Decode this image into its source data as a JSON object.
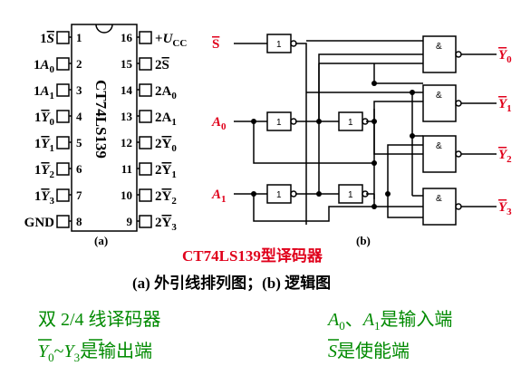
{
  "pinout": {
    "chip_name": "CT74LS139",
    "left_pins": [
      {
        "num": "1",
        "prefix": "1",
        "sig": "S",
        "bar": true,
        "italic": true,
        "sub": ""
      },
      {
        "num": "2",
        "prefix": "1",
        "sig": "A",
        "bar": false,
        "italic": true,
        "sub": "0"
      },
      {
        "num": "3",
        "prefix": "1",
        "sig": "A",
        "bar": false,
        "italic": true,
        "sub": "1"
      },
      {
        "num": "4",
        "prefix": "1",
        "sig": "Y",
        "bar": true,
        "italic": true,
        "sub": "0"
      },
      {
        "num": "5",
        "prefix": "1",
        "sig": "Y",
        "bar": true,
        "italic": true,
        "sub": "1"
      },
      {
        "num": "6",
        "prefix": "1",
        "sig": "Y",
        "bar": true,
        "italic": true,
        "sub": "2"
      },
      {
        "num": "7",
        "prefix": "1",
        "sig": "Y",
        "bar": true,
        "italic": true,
        "sub": "3"
      },
      {
        "num": "8",
        "prefix": "",
        "sig": "GND",
        "bar": false,
        "italic": false,
        "sub": ""
      }
    ],
    "right_pins": [
      {
        "num": "16",
        "prefix": "+",
        "sig": "U",
        "bar": false,
        "italic": true,
        "sub": "CC"
      },
      {
        "num": "15",
        "prefix": "2",
        "sig": "S",
        "bar": true,
        "italic": false,
        "sub": ""
      },
      {
        "num": "14",
        "prefix": "2",
        "sig": "A",
        "bar": false,
        "italic": false,
        "sub": "0"
      },
      {
        "num": "13",
        "prefix": "2",
        "sig": "A",
        "bar": false,
        "italic": false,
        "sub": "1"
      },
      {
        "num": "12",
        "prefix": "2",
        "sig": "Y",
        "bar": true,
        "italic": false,
        "sub": "0"
      },
      {
        "num": "11",
        "prefix": "2",
        "sig": "Y",
        "bar": true,
        "italic": false,
        "sub": "1"
      },
      {
        "num": "10",
        "prefix": "2",
        "sig": "Y",
        "bar": true,
        "italic": false,
        "sub": "2"
      },
      {
        "num": "9",
        "prefix": "2",
        "sig": "Y",
        "bar": true,
        "italic": false,
        "sub": "3"
      }
    ],
    "label": "(a)"
  },
  "logic": {
    "inputs": [
      {
        "sig": "S",
        "bar": true,
        "italic": false,
        "sub": ""
      },
      {
        "sig": "A",
        "bar": false,
        "italic": true,
        "sub": "0"
      },
      {
        "sig": "A",
        "bar": false,
        "italic": true,
        "sub": "1"
      }
    ],
    "outputs": [
      {
        "sig": "Y",
        "bar": true,
        "sub": "0"
      },
      {
        "sig": "Y",
        "bar": true,
        "sub": "1"
      },
      {
        "sig": "Y",
        "bar": true,
        "sub": "2"
      },
      {
        "sig": "Y",
        "bar": true,
        "sub": "3"
      }
    ],
    "inverter_label": "1",
    "and_label": "&",
    "label": "(b)"
  },
  "title": "CT74LS139型译码器",
  "caption": "(a) 外引线排列图；(b) 逻辑图",
  "notes": {
    "left1": "双 2/4 线译码器",
    "right1_a0": "A",
    "right1_a0_sub": "0",
    "right1_sep": "、",
    "right1_a1": "A",
    "right1_a1_sub": "1",
    "right1_tail": "是输入端",
    "left2_y0": "Y",
    "left2_y0_sub": "0",
    "left2_tilde": "~",
    "left2_y3": "Y",
    "left2_y3_sub": "3",
    "left2_tail": "是输出端",
    "right2_s": "S",
    "right2_tail": "是使能端"
  },
  "colors": {
    "accent_red": "#e0001b",
    "note_green": "#008a00"
  }
}
